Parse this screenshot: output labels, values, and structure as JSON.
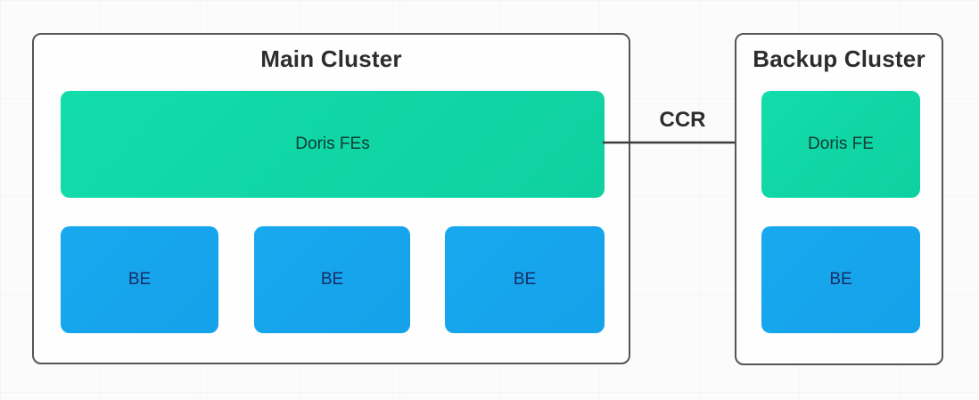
{
  "diagram": {
    "main_cluster": {
      "title": "Main Cluster",
      "fe_node": {
        "label": "Doris FEs"
      },
      "be_nodes": [
        {
          "label": "BE"
        },
        {
          "label": "BE"
        },
        {
          "label": "BE"
        }
      ]
    },
    "backup_cluster": {
      "title": "Backup Cluster",
      "fe_node": {
        "label": "Doris FE"
      },
      "be_nodes": [
        {
          "label": "BE"
        }
      ]
    },
    "connection": {
      "label": "CCR",
      "direction": "main-to-backup"
    },
    "colors": {
      "fe_node_fill": "#10d5a2",
      "be_node_fill": "#15a5ec",
      "cluster_border": "#555555",
      "arrow": "#3d3d3d",
      "title_text": "#2d2d2d",
      "fe_node_text": "#0f3a33",
      "be_node_text": "#172d66",
      "background": "#fbfbfb"
    }
  }
}
